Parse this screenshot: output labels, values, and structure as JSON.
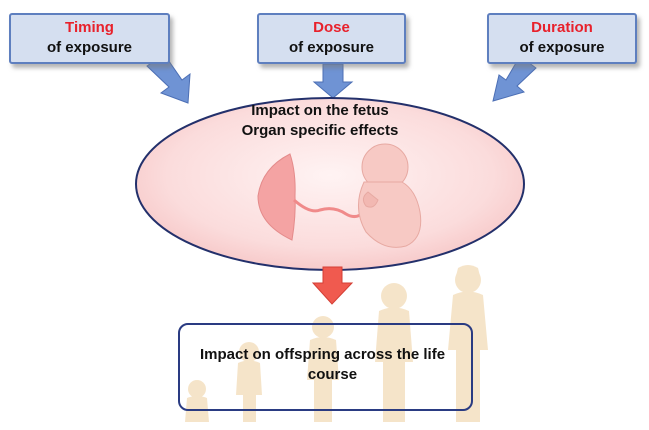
{
  "boxes": {
    "timing": {
      "highlight": "Timing",
      "text": "of exposure"
    },
    "dose": {
      "highlight": "Dose",
      "text": "of exposure"
    },
    "duration": {
      "highlight": "Duration",
      "text": "of exposure"
    }
  },
  "fetus": {
    "line1": "Impact on the fetus",
    "line2": "Organ specific effects"
  },
  "offspring": {
    "line1": "Impact on offspring across the life",
    "line2": "course"
  },
  "colors": {
    "box_fill": "#d5dff0",
    "box_border": "#5e7fbf",
    "highlight_text": "#e8212b",
    "arrow_blue": "#6f93d4",
    "arrow_red": "#f05a4f",
    "ellipse_fill": "#fbd9d9",
    "ellipse_border": "#23306b",
    "silhouette": "#f5e2c4"
  },
  "icons": [
    "placenta-illustration",
    "fetus-illustration",
    "child-silhouettes"
  ]
}
